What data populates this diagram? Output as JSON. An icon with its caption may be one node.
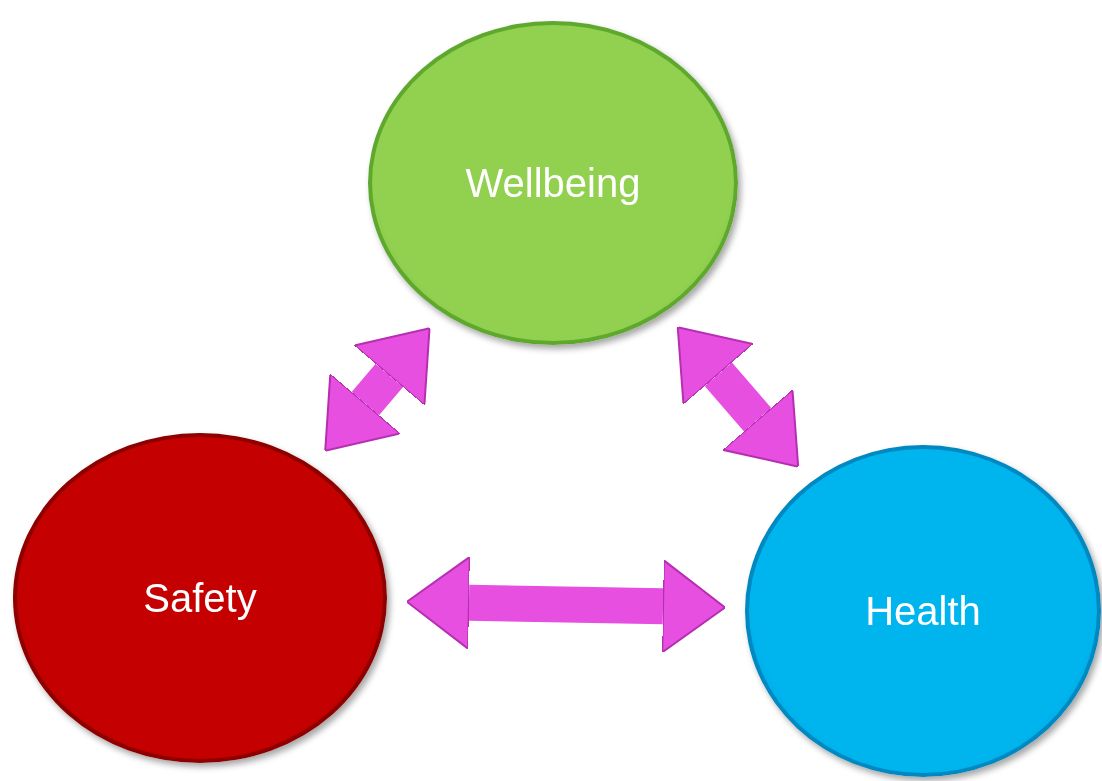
{
  "diagram": {
    "nodes": [
      {
        "text": [
          "Wellbeing"
        ]
      },
      {
        "text": [
          "Safety"
        ]
      },
      {
        "text": [
          "Health"
        ]
      }
    ],
    "edges": [
      {
        "from": 1,
        "to": 0,
        "arrow": "both"
      },
      {
        "from": 0,
        "to": 2,
        "arrow": "both"
      },
      {
        "from": 1,
        "to": 2,
        "arrow": "both"
      }
    ]
  }
}
